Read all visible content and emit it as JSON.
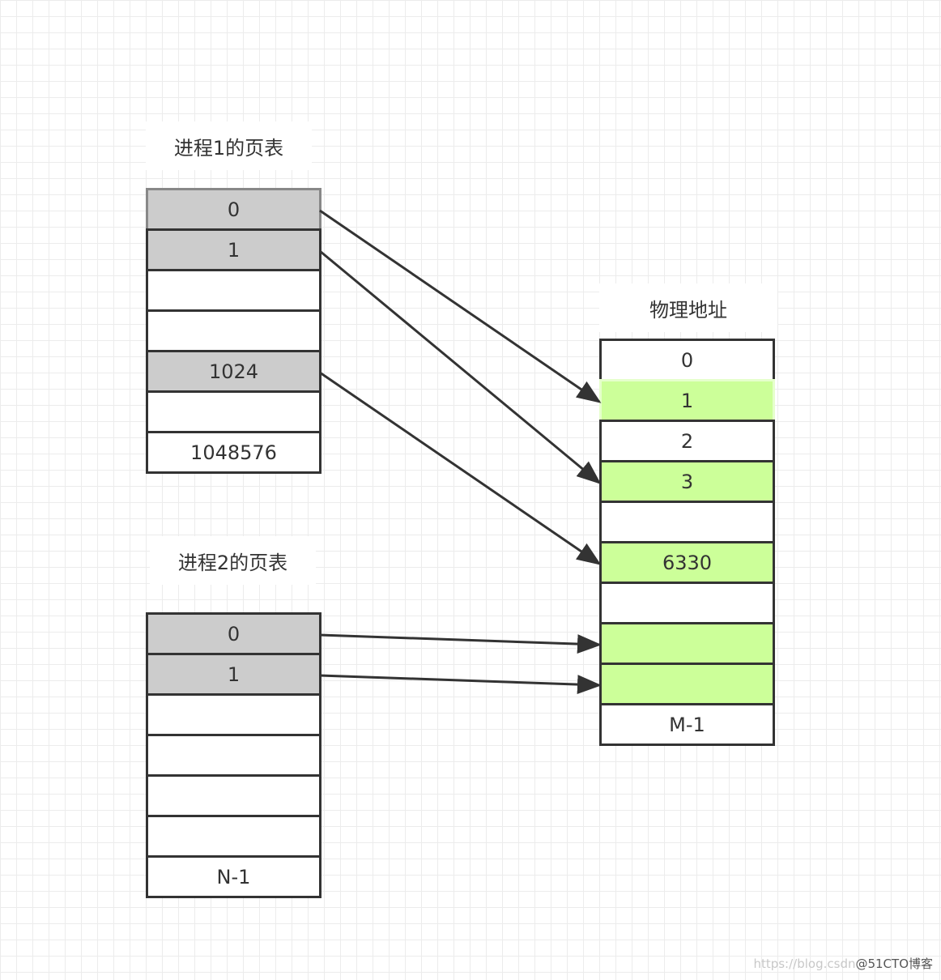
{
  "labels": {
    "process1_title": "进程1的页表",
    "process2_title": "进程2的页表",
    "physical_title": "物理地址"
  },
  "process1_table": [
    {
      "text": "0",
      "fill": "gray"
    },
    {
      "text": "1",
      "fill": "gray"
    },
    {
      "text": "",
      "fill": "white"
    },
    {
      "text": "",
      "fill": "white"
    },
    {
      "text": "1024",
      "fill": "gray"
    },
    {
      "text": "",
      "fill": "white"
    },
    {
      "text": "1048576",
      "fill": "white"
    }
  ],
  "process2_table": [
    {
      "text": "0",
      "fill": "gray"
    },
    {
      "text": "1",
      "fill": "gray"
    },
    {
      "text": "",
      "fill": "white"
    },
    {
      "text": "",
      "fill": "white"
    },
    {
      "text": "",
      "fill": "white"
    },
    {
      "text": "",
      "fill": "white"
    },
    {
      "text": "N-1",
      "fill": "white"
    }
  ],
  "physical_table": [
    {
      "text": "0",
      "fill": "white"
    },
    {
      "text": "1",
      "fill": "green"
    },
    {
      "text": "2",
      "fill": "white"
    },
    {
      "text": "3",
      "fill": "green"
    },
    {
      "text": "",
      "fill": "white"
    },
    {
      "text": "6330",
      "fill": "green"
    },
    {
      "text": "",
      "fill": "white"
    },
    {
      "text": "",
      "fill": "green"
    },
    {
      "text": "",
      "fill": "green"
    },
    {
      "text": "M-1",
      "fill": "white"
    }
  ],
  "mappings": [
    {
      "from_table": "process1",
      "from_row": 0,
      "to_row": 1
    },
    {
      "from_table": "process1",
      "from_row": 1,
      "to_row": 3
    },
    {
      "from_table": "process1",
      "from_row": 4,
      "to_row": 5
    },
    {
      "from_table": "process2",
      "from_row": 0,
      "to_row": 7
    },
    {
      "from_table": "process2",
      "from_row": 1,
      "to_row": 8
    }
  ],
  "colors": {
    "border": "#333333",
    "gray_fill": "#cccccc",
    "green_fill": "#ccff99",
    "arrow": "#333333"
  },
  "watermark": {
    "faint": "https://blog.csdn",
    "main": "@51CTO博客"
  }
}
